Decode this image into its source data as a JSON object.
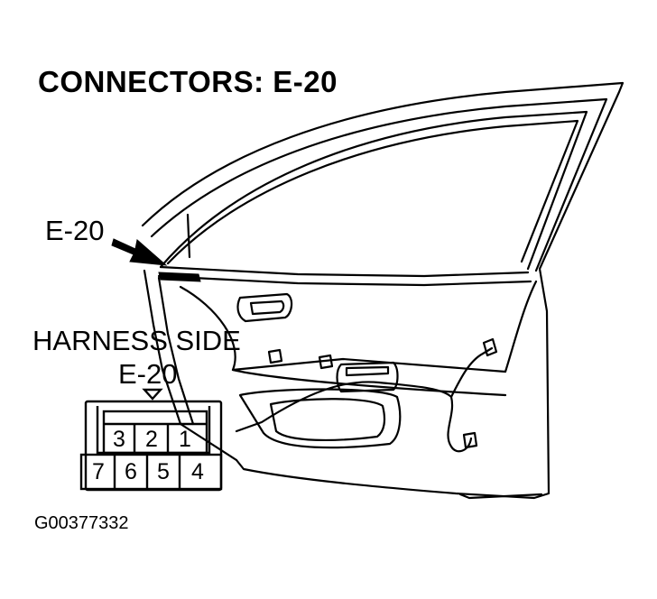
{
  "title": "CONNECTORS: E-20",
  "callout_label": "E-20",
  "harness_label": "HARNESS SIDE",
  "harness_connector_label": "E-20",
  "figure_id": "G00377332",
  "connector_pins": {
    "top_row": [
      "3",
      "2",
      "1"
    ],
    "bottom_row": [
      "7",
      "6",
      "5",
      "4"
    ]
  }
}
